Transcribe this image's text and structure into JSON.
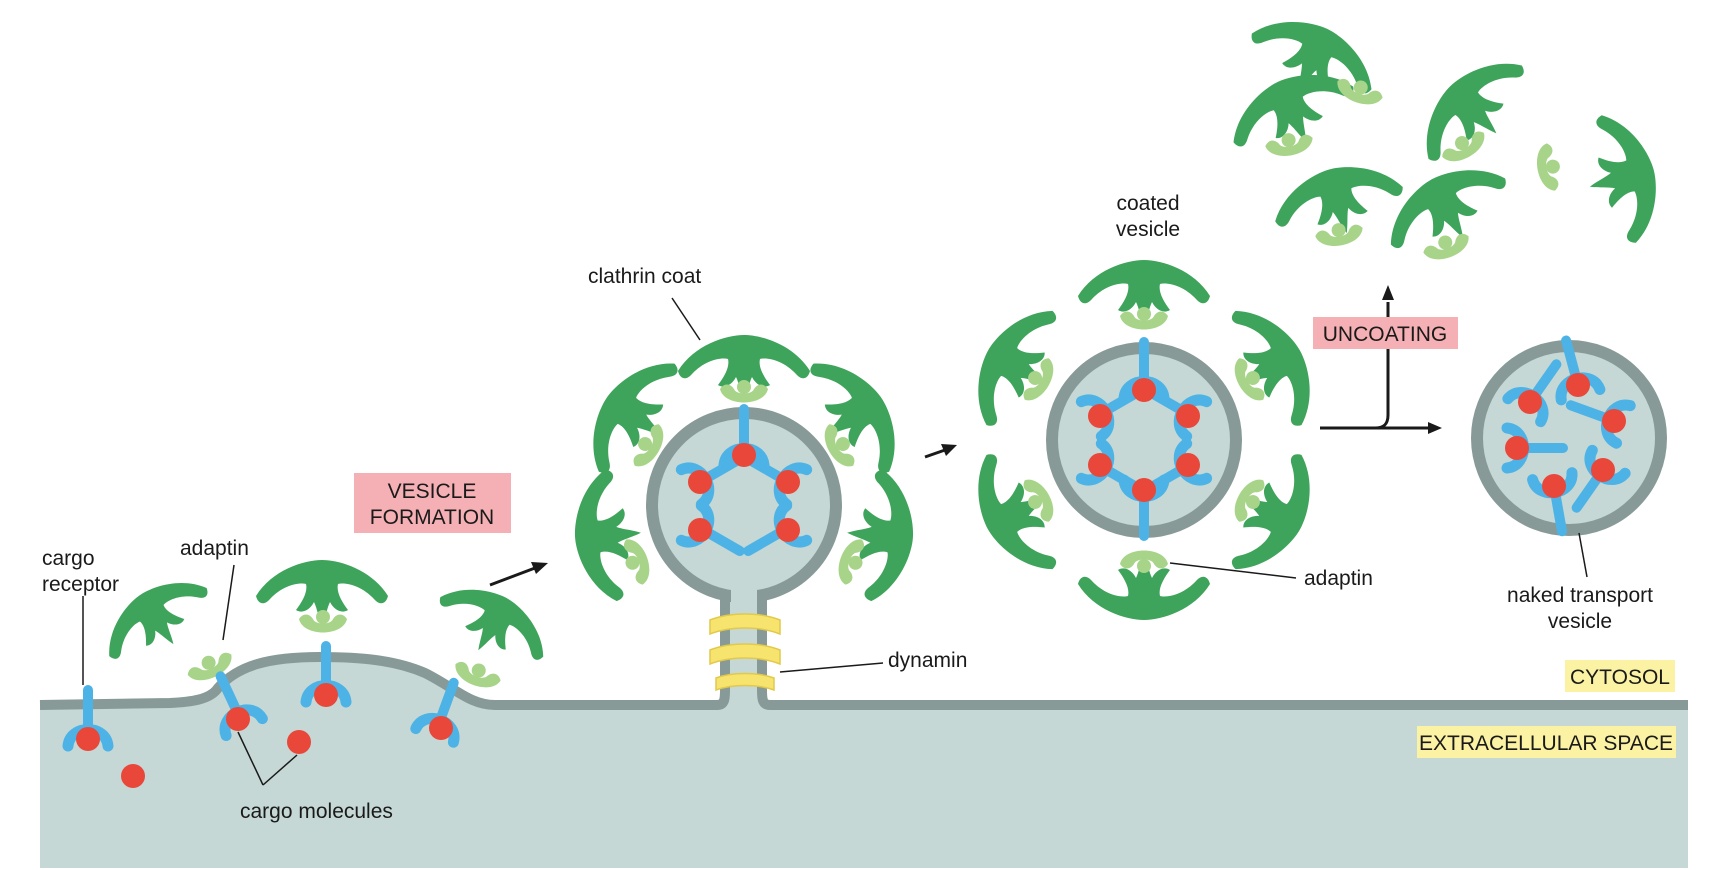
{
  "labels": {
    "cargo_receptor_line1": "cargo",
    "cargo_receptor_line2": "receptor",
    "adaptin_left": "adaptin",
    "cargo_molecules": "cargo molecules",
    "vesicle_formation_line1": "VESICLE",
    "vesicle_formation_line2": "FORMATION",
    "clathrin_coat": "clathrin coat",
    "dynamin": "dynamin",
    "coated_vesicle_line1": "coated",
    "coated_vesicle_line2": "vesicle",
    "adaptin_right": "adaptin",
    "uncoating": "UNCOATING",
    "naked_vesicle_line1": "naked transport",
    "naked_vesicle_line2": "vesicle",
    "cytosol": "CYTOSOL",
    "extracellular_space": "EXTRACELLULAR SPACE"
  },
  "colors": {
    "clathrin": "#3fa45b",
    "adaptin": "#a8d48a",
    "receptor": "#4db3e6",
    "cargo": "#e8473a",
    "membrane": "#879a98",
    "lumen": "#c5d8d5",
    "dynamin": "#f7e46e",
    "process_box": "#f4b0b4",
    "compartment_box": "#fbf2a3"
  }
}
